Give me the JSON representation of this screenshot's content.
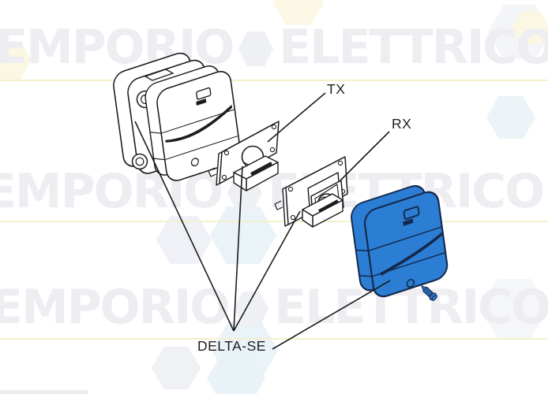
{
  "watermark": {
    "word_left": "EMPORIO",
    "word_right": "ELETTRICO"
  },
  "labels": {
    "tx": "TX",
    "rx": "RX",
    "model": "DELTA-SE"
  },
  "colors": {
    "cover_blue": "#2b7ed3",
    "outline_navy": "#15294e",
    "line_black": "#1c1c1e",
    "watermark_text": "#ededf2",
    "watermark_underline": "#f4f0cc",
    "hexagon_cyan": "#e9f3f8",
    "hexagon_yellow": "#fbf7e2",
    "hexagon_gray": "#eff1f6"
  }
}
